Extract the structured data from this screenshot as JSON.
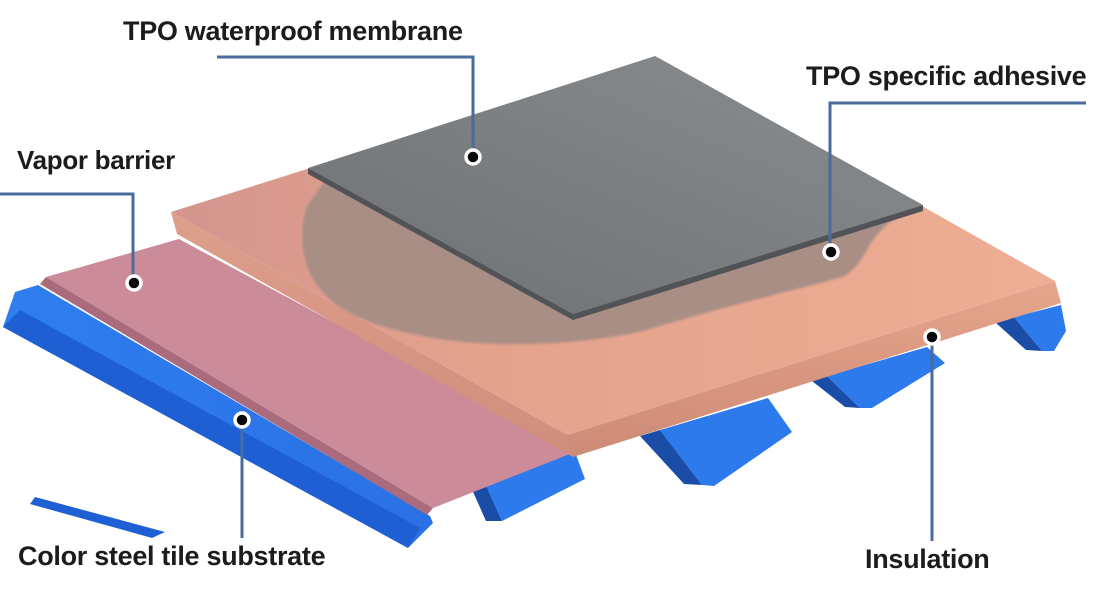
{
  "labels": {
    "membrane": "TPO waterproof membrane",
    "adhesive": "TPO specific adhesive",
    "vapor_barrier": "Vapor barrier",
    "substrate": "Color steel tile substrate",
    "insulation": "Insulation"
  },
  "colors": {
    "background": "#ffffff",
    "label_text": "#1c1c1c",
    "leader_line": "#4a6b9d",
    "callout_dot_fill": "#0a0a0a",
    "callout_dot_ring": "#ffffff",
    "membrane_gray": "#7b7e81",
    "membrane_edge": "#515356",
    "adhesive_mauve": "#a98e85",
    "insulation_salmon": "#e7a78f",
    "insulation_face": "#d89782",
    "vapor_rose": "#cc8b98",
    "vapor_edge": "#aa6b7d",
    "steel_blue_bright": "#2d7aec",
    "steel_blue_deep": "#1e60d4",
    "steel_blue_navy": "#1a4da8"
  }
}
